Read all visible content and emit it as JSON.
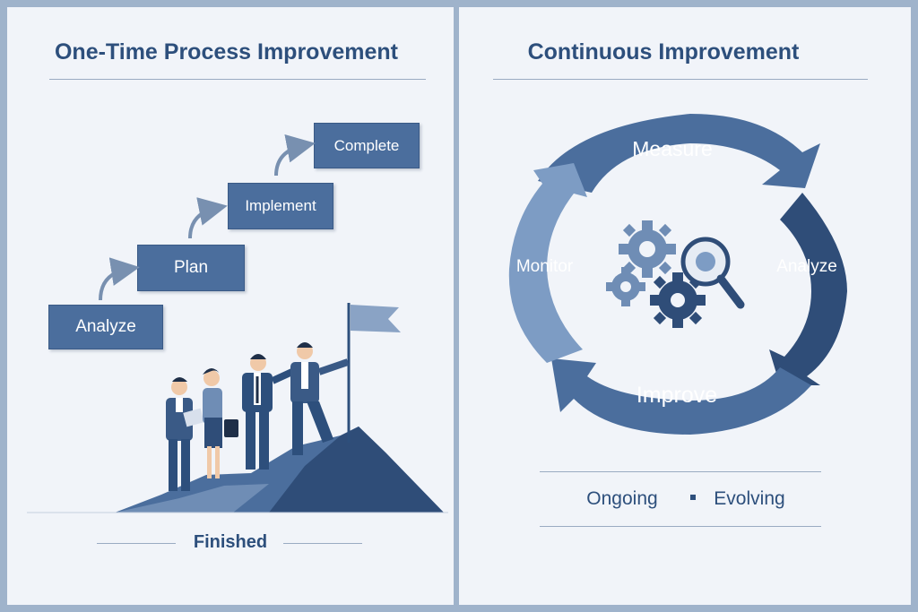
{
  "left": {
    "title": "One-Time Process Improvement",
    "steps": [
      "Analyze",
      "Plan",
      "Implement",
      "Complete"
    ],
    "footer": "Finished"
  },
  "right": {
    "title": "Continuous Improvement",
    "cycle": [
      "Measure",
      "Analyze",
      "Improve",
      "Monitor"
    ],
    "footer": [
      "Ongoing",
      "Evolving"
    ]
  },
  "colors": {
    "accent": "#4b6e9d",
    "dark": "#2d4f7c",
    "panel": "#f1f4f9"
  },
  "icons": [
    "flag-icon",
    "gears-icon",
    "magnifier-icon"
  ]
}
